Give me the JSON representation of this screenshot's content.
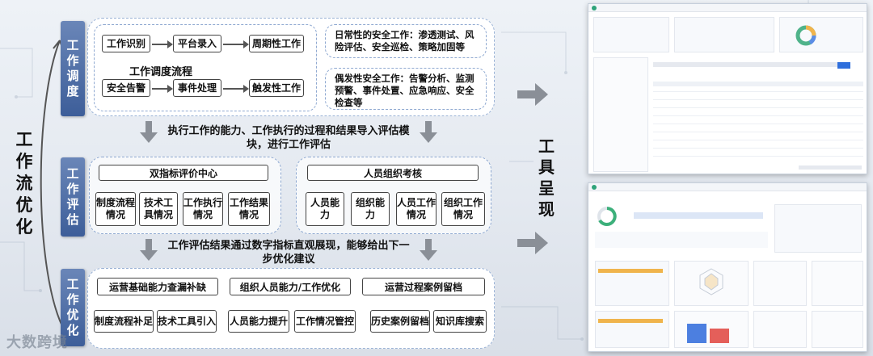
{
  "side_label": "工作流优化",
  "tabs": {
    "dispatch": "工作调度",
    "evaluate": "工作评估",
    "optimize": "工作优化"
  },
  "dispatch": {
    "row1": [
      "工作识别",
      "平台录入",
      "周期性工作"
    ],
    "row2": [
      "安全告警",
      "事件处理",
      "触发性工作"
    ],
    "flow_title": "工作调度流程",
    "periodic_desc": "日常性的安全工作：渗透测试、风险评估、安全巡检、策略加固等",
    "trigger_desc": "偶发性安全工作：告警分析、监测预警、事件处置、应急响应、安全检查等"
  },
  "transfer1": "执行工作的能力、工作执行的过程和结果导入评估模块，进行工作评估",
  "evaluate": {
    "left_title": "双指标评价中心",
    "left_items": [
      "制度流程情况",
      "技术工具情况",
      "工作执行情况",
      "工作结果情况"
    ],
    "right_title": "人员组织考核",
    "right_items": [
      "人员能力",
      "组织能力",
      "人员工作情况",
      "组织工作情况"
    ]
  },
  "transfer2": "工作评估结果通过数字指标直观展现，能够给出下一步优化建议",
  "optimize": {
    "headers": [
      "运营基础能力查漏补缺",
      "组织人员能力/工作优化",
      "运营过程案例留档"
    ],
    "items": [
      "制度流程补足",
      "技术工具引入",
      "人员能力提升",
      "工作情况管控",
      "历史案例留档",
      "知识库搜索"
    ]
  },
  "present_label": "工具呈现",
  "watermark": "大数跨境",
  "colors": {
    "tab": "#3d5e99",
    "panel_border": "#9bb3d6",
    "accent": "#2f6fdc"
  }
}
